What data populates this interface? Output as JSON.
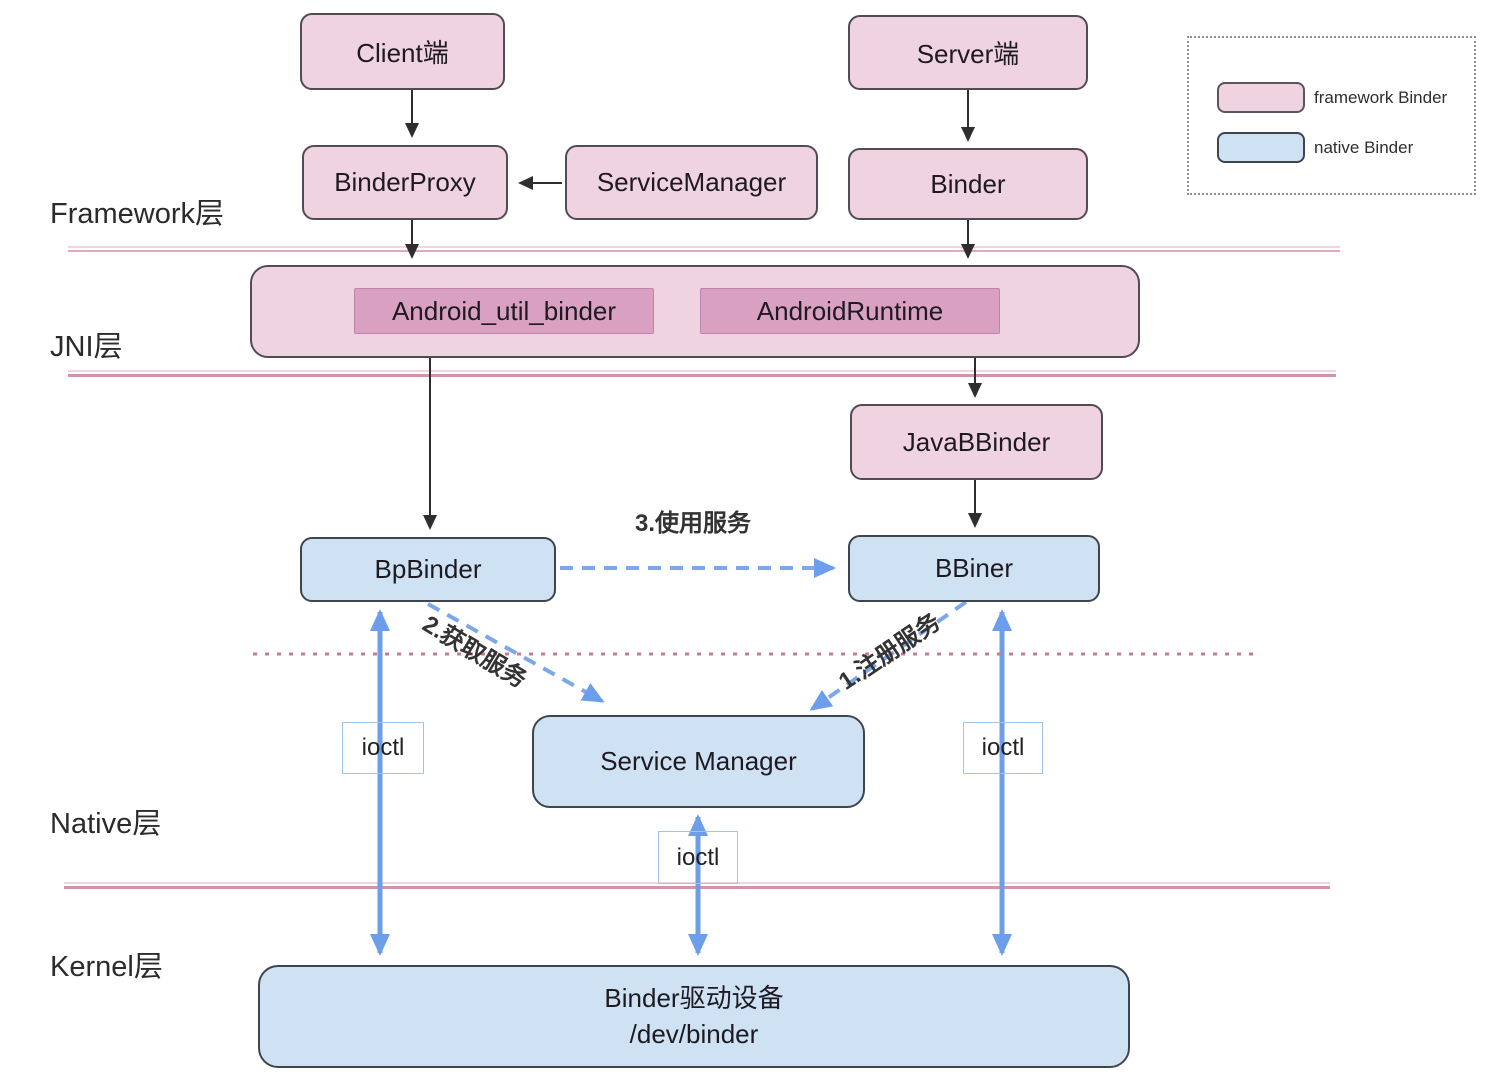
{
  "diagram": {
    "title_note": "Android Binder architecture diagram",
    "layers": {
      "framework": "Framework层",
      "jni": "JNI层",
      "native": "Native层",
      "kernel": "Kernel层"
    },
    "nodes": {
      "client": "Client端",
      "server": "Server端",
      "binder_proxy": "BinderProxy",
      "service_manager_fw": "ServiceManager",
      "binder": "Binder",
      "android_util_binder": "Android_util_binder",
      "android_runtime": "AndroidRuntime",
      "java_bbinder": "JavaBBinder",
      "bp_binder": "BpBinder",
      "bbiner": "BBiner",
      "service_manager_native": "Service Manager",
      "binder_driver_line1": "Binder驱动设备",
      "binder_driver_line2": "/dev/binder"
    },
    "edges": {
      "use_service": "3.使用服务",
      "get_service": "2.获取服务",
      "register_service": "1.注册服务",
      "ioctl": "ioctl"
    },
    "legend": {
      "framework": "framework Binder",
      "native": "native Binder"
    },
    "colors": {
      "framework_fill": "#f0d3e0",
      "framework_inner_fill": "#d9a0c2",
      "native_fill": "#cfe2f3",
      "black_arrow": "#2e2e2e",
      "blue_arrow": "#6d9eeb",
      "pink_divider": "#d294ab",
      "rose_dashed": "#c57d92"
    }
  }
}
